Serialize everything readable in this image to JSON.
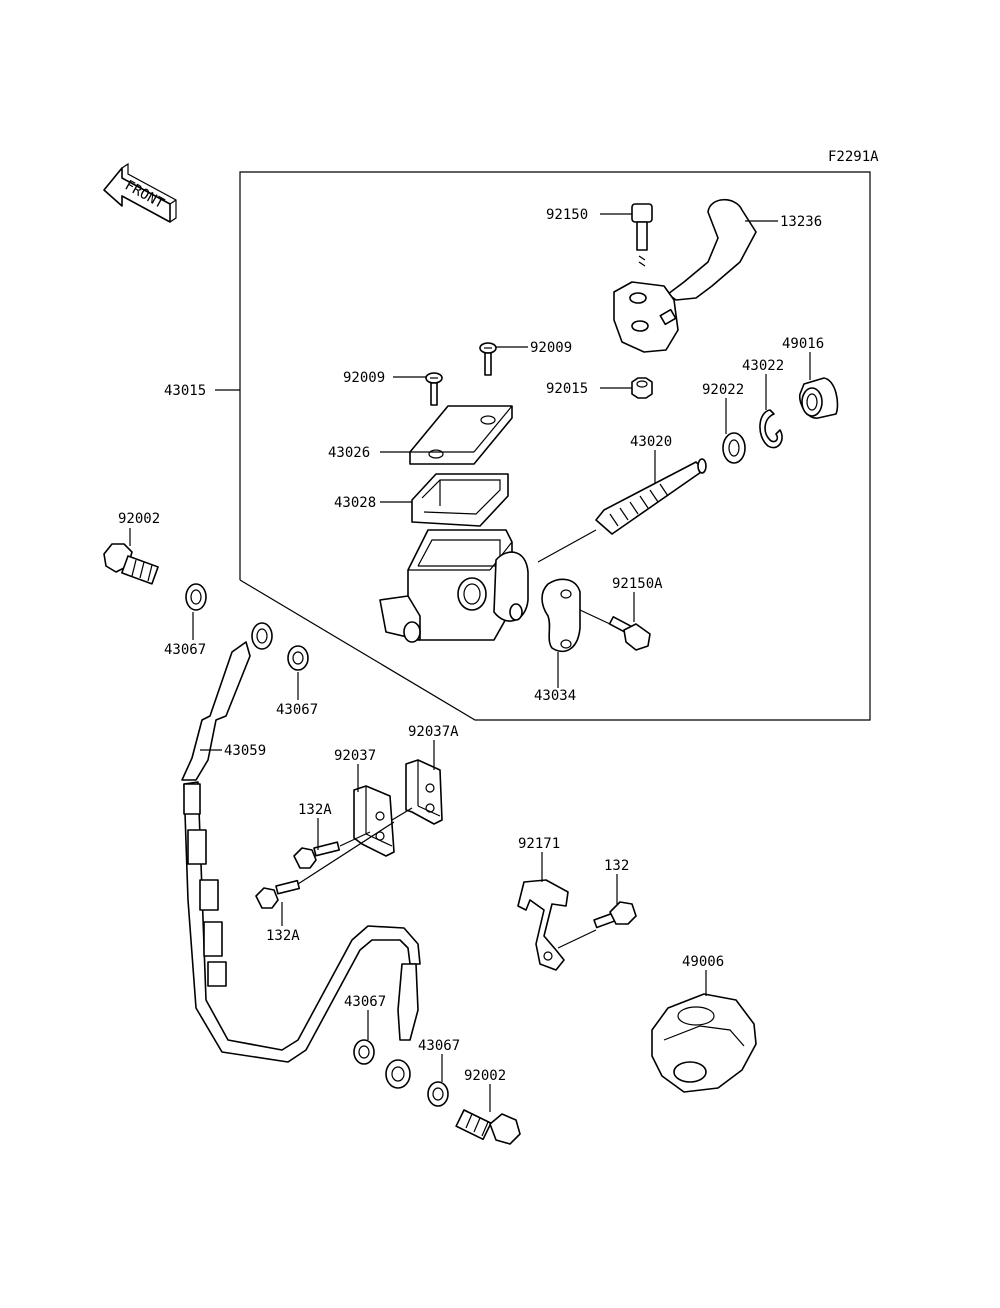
{
  "figure_code": "F2291A",
  "front_label": "FRONT",
  "labels": {
    "l13236": "13236",
    "l92150": "92150",
    "l92009a": "92009",
    "l92009b": "92009",
    "l49016": "49016",
    "l43022": "43022",
    "l92015": "92015",
    "l92022": "92022",
    "l43015": "43015",
    "l43026": "43026",
    "l43020": "43020",
    "l43028": "43028",
    "l92002a": "92002",
    "l92150A": "92150A",
    "l43067a": "43067",
    "l43034": "43034",
    "l43067b": "43067",
    "l92037A": "92037A",
    "l43059": "43059",
    "l92037": "92037",
    "l132Aa": "132A",
    "l92171": "92171",
    "l132": "132",
    "l132Ab": "132A",
    "l49006": "49006",
    "l43067c": "43067",
    "l43067d": "43067",
    "l92002b": "92002"
  }
}
